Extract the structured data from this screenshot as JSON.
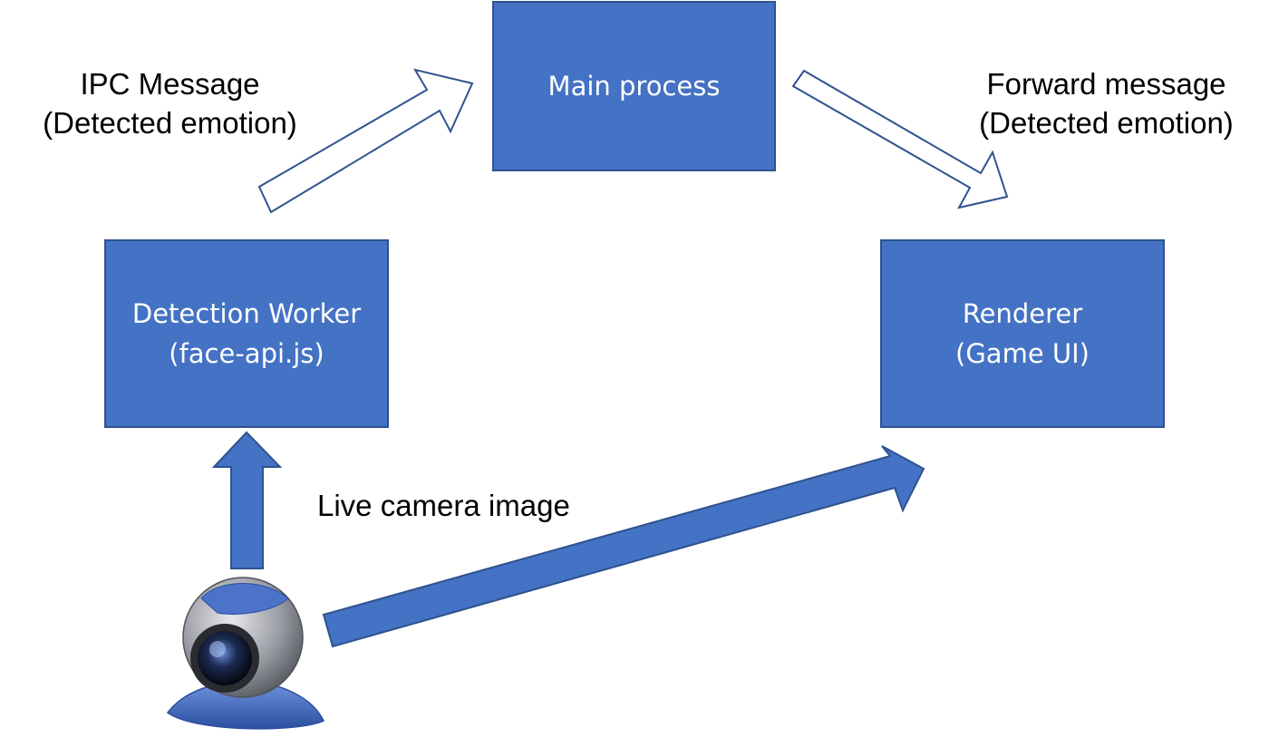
{
  "colors": {
    "box_fill": "#4472c4",
    "box_border": "#2f528f",
    "box_text": "#ffffff",
    "label_text": "#000000",
    "arrow_outline_fill": "#ffffff",
    "arrow_solid_fill": "#4472c4"
  },
  "boxes": {
    "main_process": {
      "line1": "Main process"
    },
    "detection_worker": {
      "line1": "Detection Worker",
      "line2": "(face-api.js)"
    },
    "renderer": {
      "line1": "Renderer",
      "line2": "(Game UI)"
    }
  },
  "labels": {
    "ipc_message": {
      "line1": "IPC Message",
      "line2": "(Detected emotion)"
    },
    "forward_message": {
      "line1": "Forward message",
      "line2": "(Detected emotion)"
    },
    "live_camera": "Live camera image"
  },
  "icons": {
    "camera": "webcam-icon"
  }
}
